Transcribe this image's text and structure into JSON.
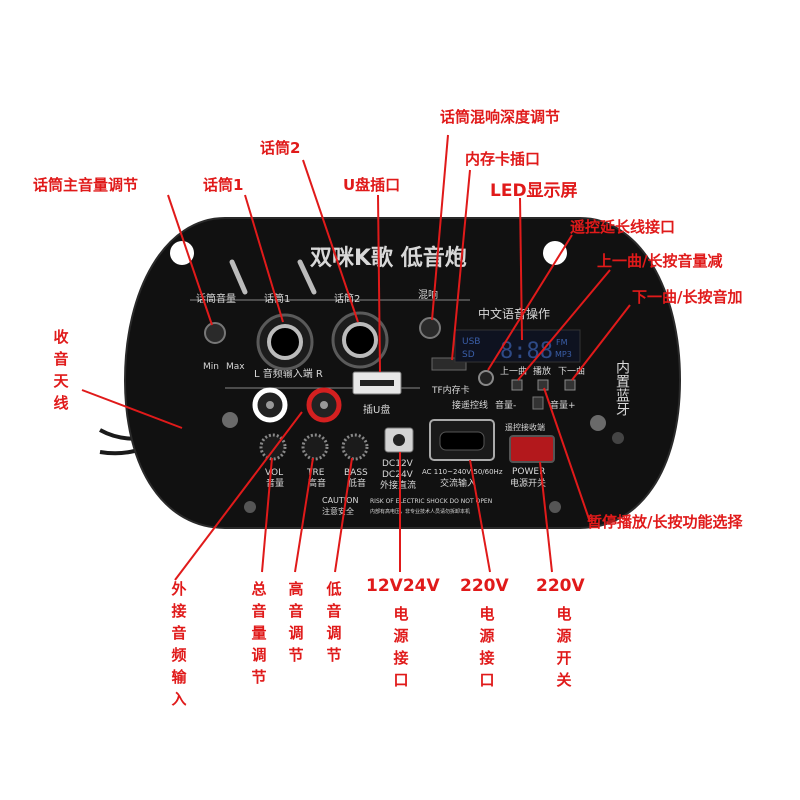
{
  "panel": {
    "title": "双咪K歌 低音炮",
    "mic_volume_label": "话筒音量",
    "mic1_label": "话筒1",
    "mic2_label": "话筒2",
    "echo_label": "混响",
    "min_label": "Min",
    "max_label": "Max",
    "audio_in_label": "L 音频输入端 R",
    "usb_label": "插U盘",
    "tf_label": "TF内存卡",
    "voice_label": "中文语音操作",
    "display_usb": "USB",
    "display_sd": "SD",
    "display_fm": "FM",
    "display_mp3": "MP3",
    "prev_label": "上一曲",
    "play_label": "播放",
    "next_label": "下一曲",
    "remote_jack_label": "接遥控线",
    "vol_minus_label": "音量-",
    "vol_plus_label": "音量+",
    "builtin_bt_label": "内置蓝牙",
    "vol_knob": "VOL",
    "vol_cn": "音量",
    "tre_knob": "TRE",
    "tre_cn": "高音",
    "bass_knob": "BASS",
    "bass_cn": "低音",
    "dc_label_1": "DC12V",
    "dc_label_2": "DC24V",
    "dc_cn": "外接直流",
    "ac_label": "AC 110~240V 50/60Hz",
    "ac_cn": "交流输入",
    "remote_receive_label": "遥控接收端",
    "power_label": "POWER",
    "power_cn": "电源开关",
    "caution_label": "CAUTION",
    "caution_cn": "注意安全",
    "warning_text": "RISK OF ELECTRIC SHOCK DO NOT OPEN",
    "warning_cn": "内部有高电压，非专业技术人员请勿拆卸本机"
  },
  "callouts": {
    "mic_main_volume": "话筒主音量调节",
    "mic1": "话筒1",
    "mic2": "话筒2",
    "mic_reverb": "话筒混响深度调节",
    "usb_slot": "U盘插口",
    "tf_slot": "内存卡插口",
    "led": "LED显示屏",
    "remote_ext": "遥控延长线接口",
    "prev_vol_down": "上一曲/长按音量减",
    "next_vol_up": "下一曲/长按音加",
    "antenna": "收音天线",
    "pause_play": "暂停播放/长按功能选择",
    "aux_in": "外接音频输入",
    "master_vol": "总音量调节",
    "treble": "高音调节",
    "bass": "低音调节",
    "dc_voltage": "12V24V",
    "dc_port": "电源接口",
    "ac_voltage_1": "220V",
    "ac_port": "电源接口",
    "ac_voltage_2": "220V",
    "power_switch": "电源开关"
  },
  "colors": {
    "panel": "#111111",
    "label_red": "#e01a1a",
    "silkscreen": "#d8d8d8",
    "led_blue": "#3a5ea8",
    "rca_white": "#eeeeee",
    "rca_red": "#d42020",
    "switch_red": "#b3181c"
  }
}
